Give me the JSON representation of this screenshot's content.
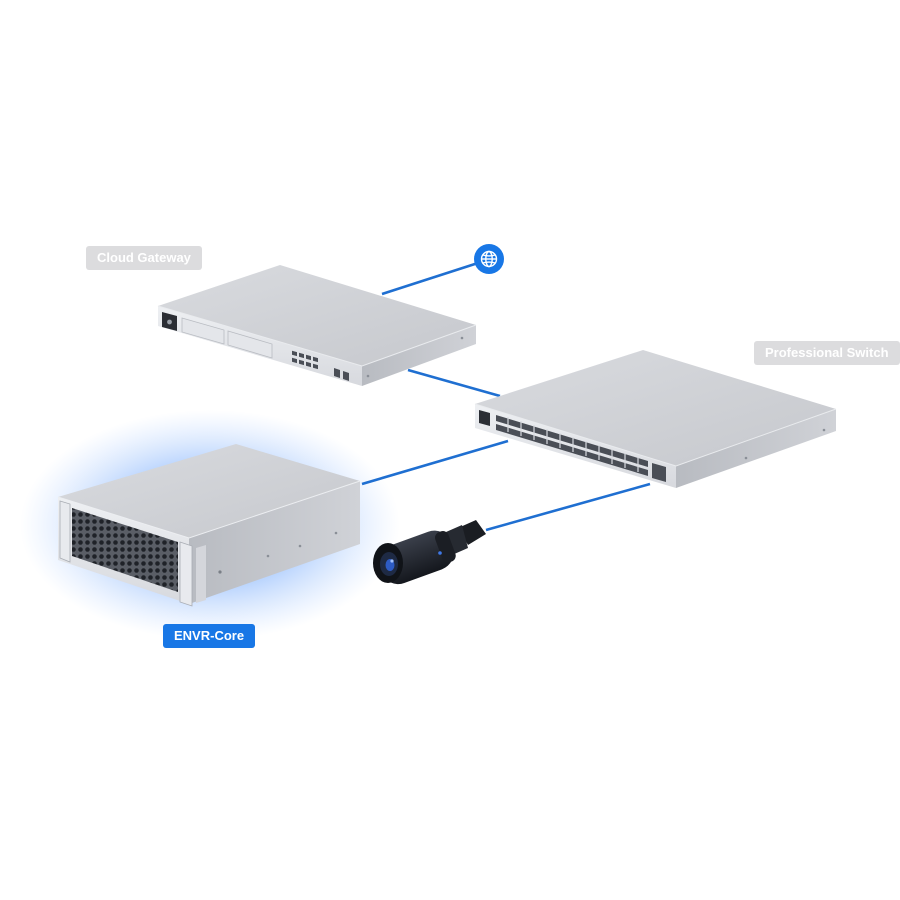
{
  "labels": {
    "cloud_gateway": "Cloud Gateway",
    "professional_switch": "Professional Switch",
    "envr_core": "ENVR-Core"
  },
  "colors": {
    "link": "#1f6fd1",
    "accent": "#1877e6",
    "label_gray": "#dcdcde",
    "device_silver": "#c9cbd0",
    "glow": "#4f8ff7"
  },
  "icons": {
    "internet": "globe-icon"
  }
}
